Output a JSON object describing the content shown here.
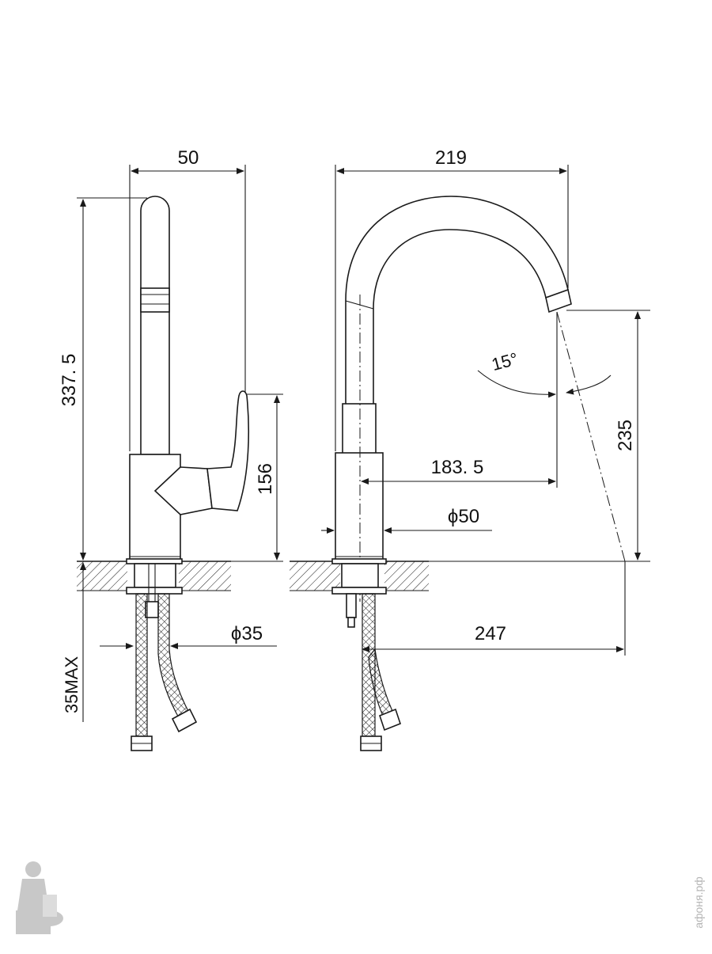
{
  "dimensions": {
    "width_top_side": "50",
    "width_top_front": "219",
    "total_height": "337. 5",
    "handle_height": "156",
    "spout_height": "235",
    "spout_reach": "183. 5",
    "body_diameter": "ϕ50",
    "hole_diameter": "ϕ35",
    "max_counter": "35MAX",
    "jet_reach": "247",
    "swivel_angle": "15°"
  },
  "watermark": {
    "site": "афоня.рф"
  },
  "colors": {
    "line": "#1a1a1a",
    "watermark": "#c8c8c8"
  }
}
